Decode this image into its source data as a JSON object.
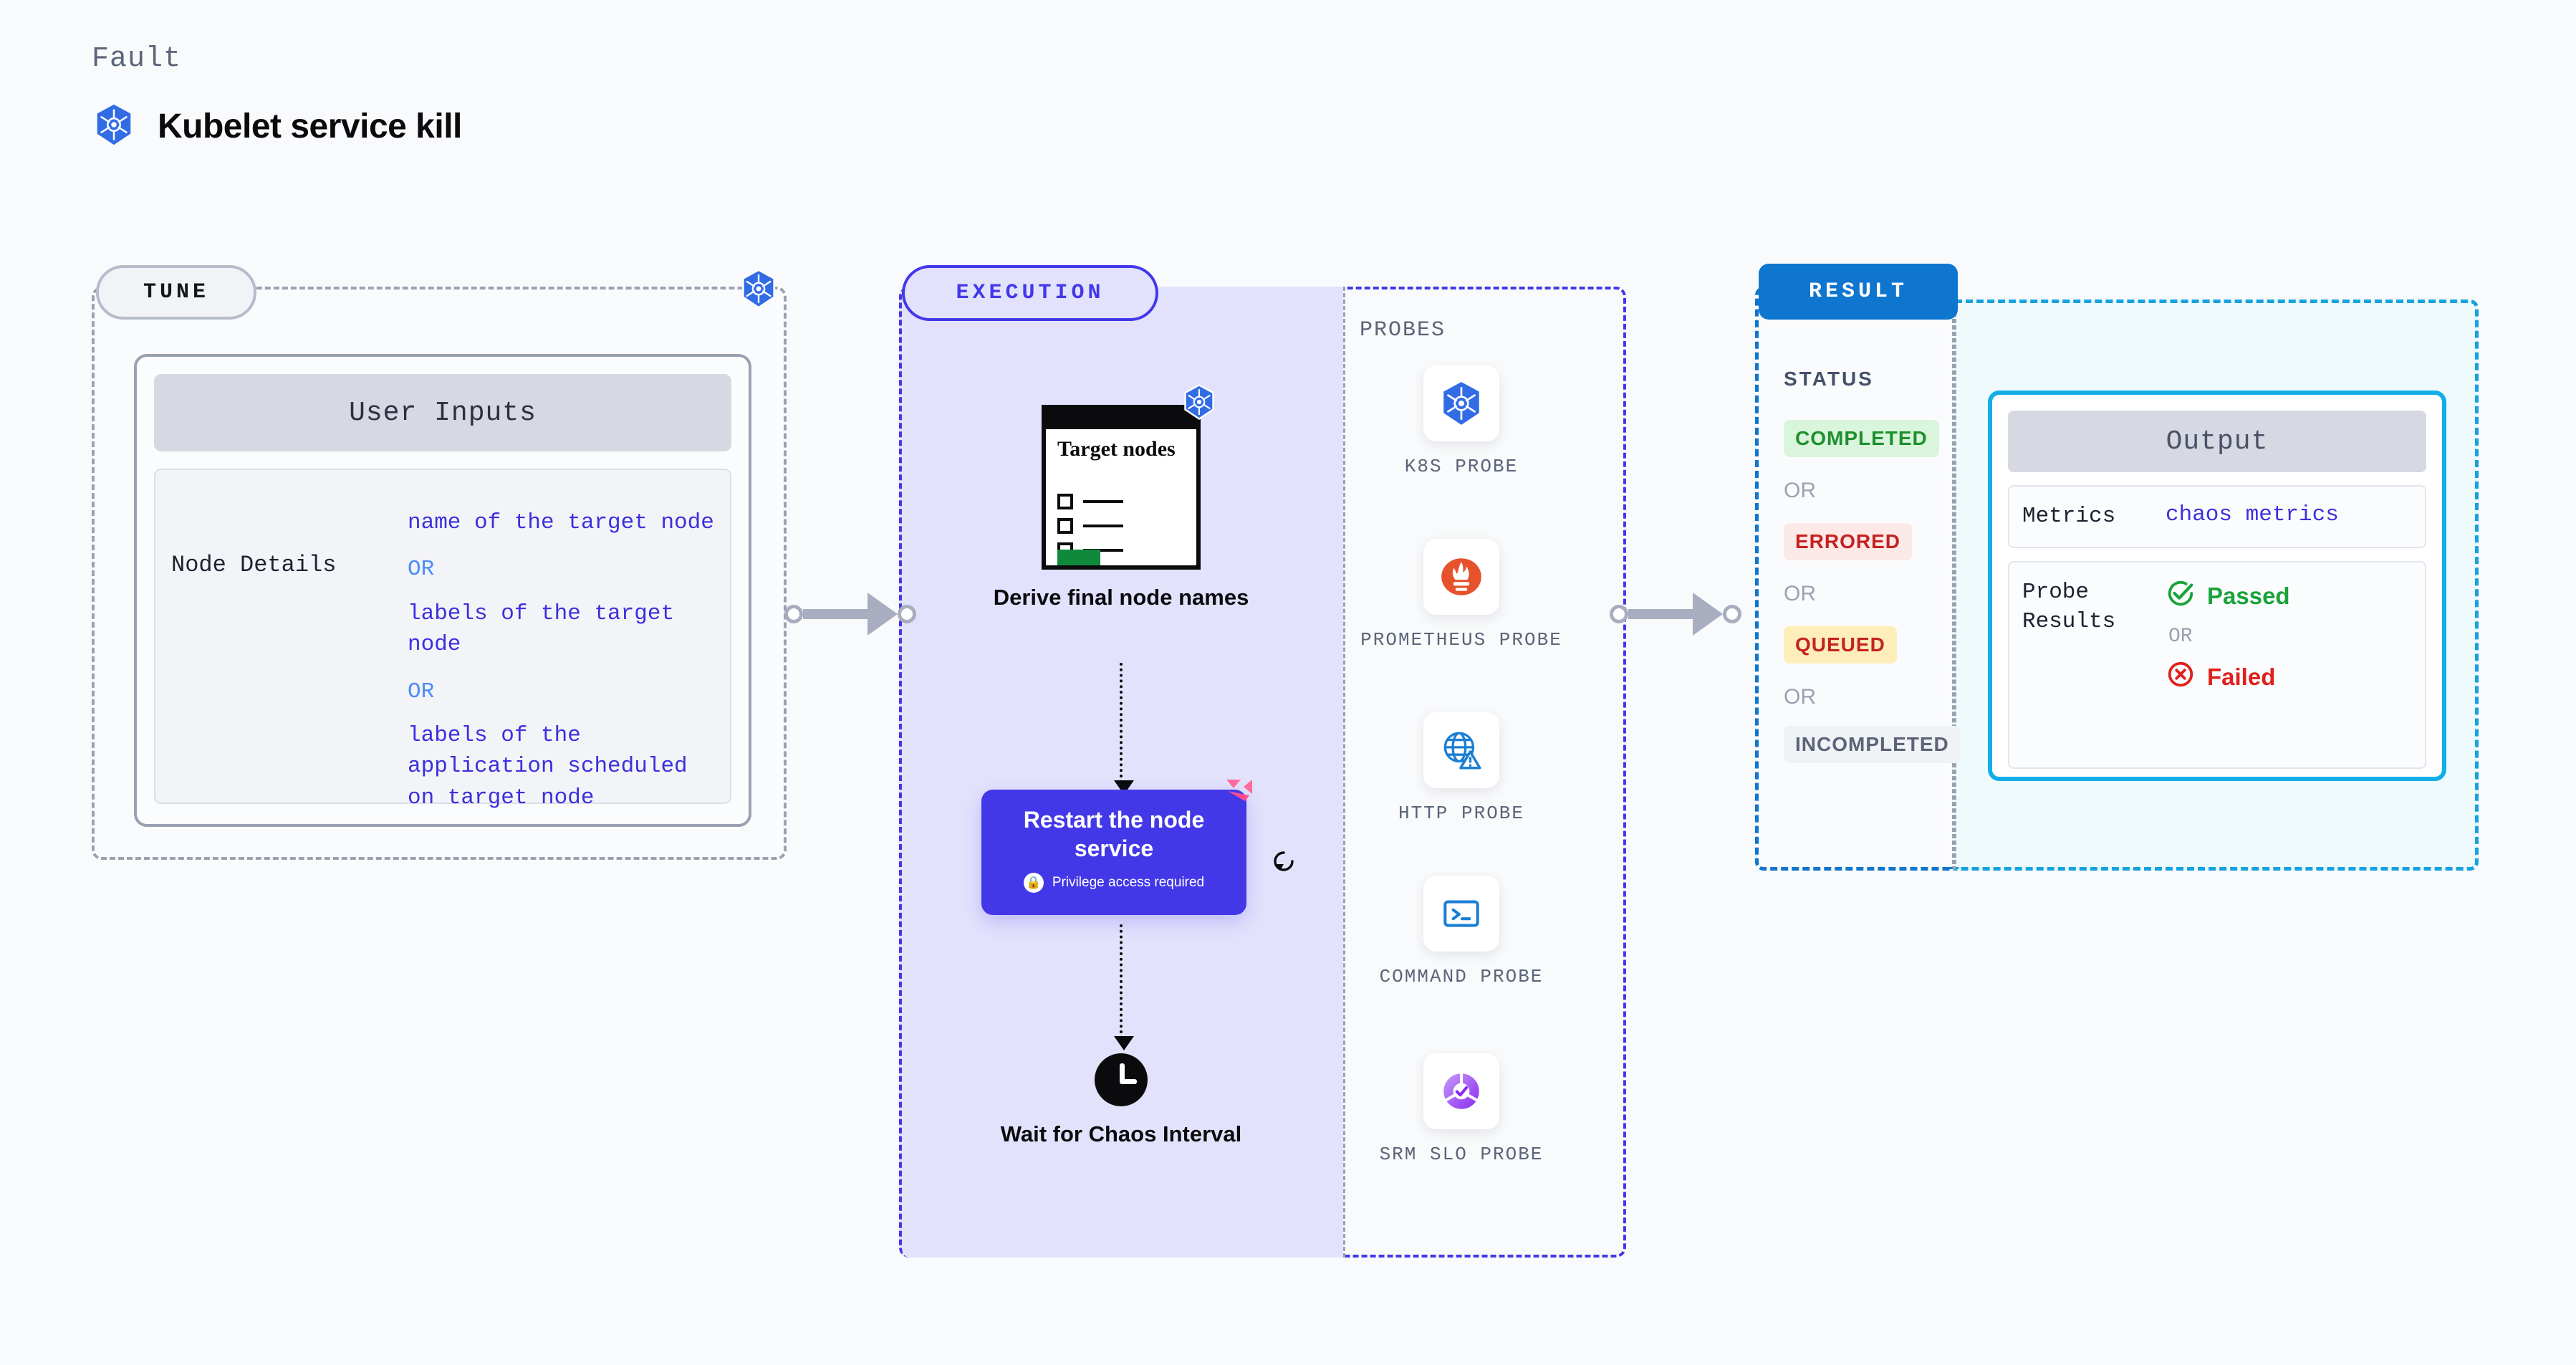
{
  "header": {
    "eyebrow": "Fault",
    "title": "Kubelet service kill",
    "icon": "kubernetes-icon"
  },
  "tune": {
    "badge": "TUNE",
    "icon": "kubernetes-icon",
    "card_title": "User Inputs",
    "rows": [
      {
        "key": "Node Details",
        "values": [
          "name of the target node",
          "labels of the target node",
          "labels of the application scheduled on target node"
        ],
        "separator": "OR"
      }
    ]
  },
  "execution": {
    "badge": "EXECUTION",
    "nodes": [
      {
        "id": "derive-final-node-names",
        "caption": "Derive final node names",
        "clipboard_title": "Target nodes",
        "icon": "kubernetes-icon"
      },
      {
        "id": "restart-the-node-service",
        "caption": "Restart the node service",
        "privilege": "Privilege access required",
        "privilege_icon": "lock-icon",
        "corner_icon": "harness-icon",
        "side_icon": "reload-icon"
      },
      {
        "id": "wait-for-chaos-interval",
        "caption": "Wait for Chaos Interval",
        "icon": "clock-icon"
      }
    ]
  },
  "probes": {
    "label": "PROBES",
    "items": [
      {
        "label": "K8S PROBE",
        "icon": "kubernetes-icon"
      },
      {
        "label": "PROMETHEUS PROBE",
        "icon": "prometheus-icon"
      },
      {
        "label": "HTTP PROBE",
        "icon": "globe-warning-icon"
      },
      {
        "label": "COMMAND PROBE",
        "icon": "terminal-icon"
      },
      {
        "label": "SRM SLO PROBE",
        "icon": "slo-check-icon"
      }
    ]
  },
  "result": {
    "badge": "RESULT",
    "status_label": "STATUS",
    "or_label": "OR",
    "statuses": [
      {
        "label": "COMPLETED",
        "color": "#1f8f2e",
        "bg": "#d9f5dc"
      },
      {
        "label": "ERRORED",
        "color": "#c42222",
        "bg": "#fce9e8"
      },
      {
        "label": "QUEUED",
        "color": "#c42222",
        "bg": "#fdeeba"
      },
      {
        "label": "INCOMPLETED",
        "color": "#5b6478",
        "bg": "#f1f2f6"
      }
    ],
    "output": {
      "title": "Output",
      "metrics_key": "Metrics",
      "metrics_value": "chaos metrics",
      "probe_results_key": "Probe Results",
      "passed": "Passed",
      "failed": "Failed",
      "or_label": "OR",
      "passed_icon": "check-circle-icon",
      "failed_icon": "x-circle-icon"
    }
  },
  "colors": {
    "accent_purple": "#4338e8",
    "accent_blue": "#0f76d0",
    "accent_cyan": "#11aee8",
    "k8s_blue": "#326ce5",
    "prometheus_orange": "#e6522c",
    "pass_green": "#19a33a",
    "fail_red": "#e0201b"
  }
}
